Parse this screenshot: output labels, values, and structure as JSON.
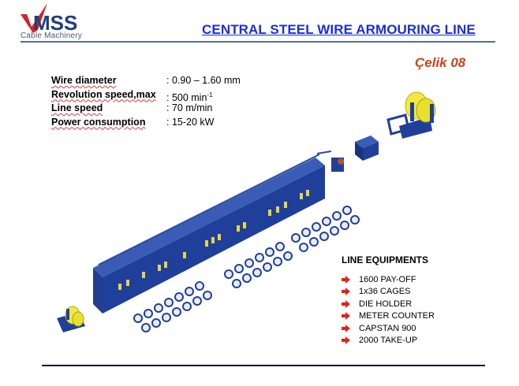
{
  "header": {
    "logo": {
      "brand": "MSS",
      "tagline": "Cable Machinery"
    },
    "title": "CENTRAL STEEL WIRE ARMOURING LINE",
    "model": "Çelik 08"
  },
  "specs": [
    {
      "label": "Wire diameter",
      "value": ": 0.90 – 1.60 mm"
    },
    {
      "label": "Revolution speed,max",
      "value": ": 500 min",
      "sup": "-1"
    },
    {
      "label": "Line speed",
      "value": ": 70 m/min"
    },
    {
      "label": "Power consumption",
      "value": ": 15-20 kW"
    }
  ],
  "equipment": {
    "title": "LINE EQUIPMENTS",
    "bullet_icon": "red-arrow-icon",
    "items": [
      "1600 PAY-OFF",
      "1x36 CAGES",
      "DIE HOLDER",
      "METER COUNTER",
      "CAPSTAN 900",
      "2000 TAKE-UP"
    ]
  },
  "colors": {
    "title": "#1b2fd0",
    "model": "#d0421a",
    "machine_blue": "#1f3f9a",
    "reel_yellow": "#f2ea3a",
    "bullet_red": "#e0221e"
  }
}
